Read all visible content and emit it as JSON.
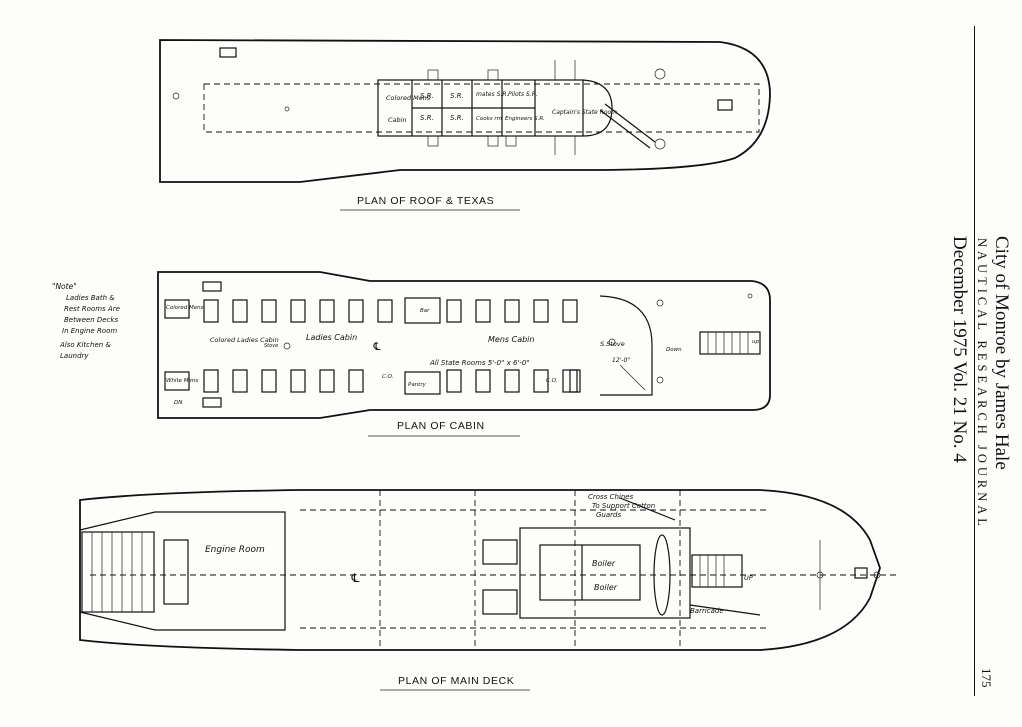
{
  "header": {
    "line1": "City of Monroe by James Hale",
    "line2": "NAUTICAL RESEARCH JOURNAL",
    "line3": "December 1975 Vol. 21 No. 4",
    "page_number": "175"
  },
  "plans": {
    "roof_title": "PLAN OF ROOF & TEXAS",
    "cabin_title": "PLAN OF CABIN",
    "main_title": "PLAN OF MAIN DECK"
  },
  "roof_labels": {
    "colored_mens": "Colored Mens",
    "cabin": "Cabin",
    "sr": "S.R.",
    "mates_sr": "mates S.R.",
    "pilots_sr": "Pilots S.R.",
    "cooks_rm": "Cooks rm",
    "engineers_sr": "Engineers S.R.",
    "captains": "Captain's State Room"
  },
  "cabin_labels": {
    "note": "\"Note\"",
    "note_lines": [
      "Ladies Bath &",
      "Rest Rooms Are",
      "Between Decks",
      "In Engine Room",
      "Also Kitchen &",
      "Laundry"
    ],
    "colored_mens": "Colored Mens",
    "white_mens": "White Mens",
    "colored_ladies": "Colored Ladies Cabin",
    "ladies_cabin": "Ladies Cabin",
    "stove": "Stove",
    "cl": "℄",
    "mens_cabin": "Mens Cabin",
    "all_state_rooms": "All State Rooms 5'-0\" x 6'-0\"",
    "stove_right": "S.Stove",
    "dim": "12'-0\"",
    "down": "Down",
    "up": "up",
    "dn": "DN",
    "pantry": "Pantry",
    "bar": "Bar",
    "c_o": "C.O."
  },
  "main_labels": {
    "engine_room": "Engine Room",
    "cl": "℄",
    "cross_chines": "Cross Chines",
    "to_support": "To Support Cotton",
    "guards": "Guards",
    "boiler": "Boiler",
    "up": "UP",
    "barricade": "Barricade"
  }
}
